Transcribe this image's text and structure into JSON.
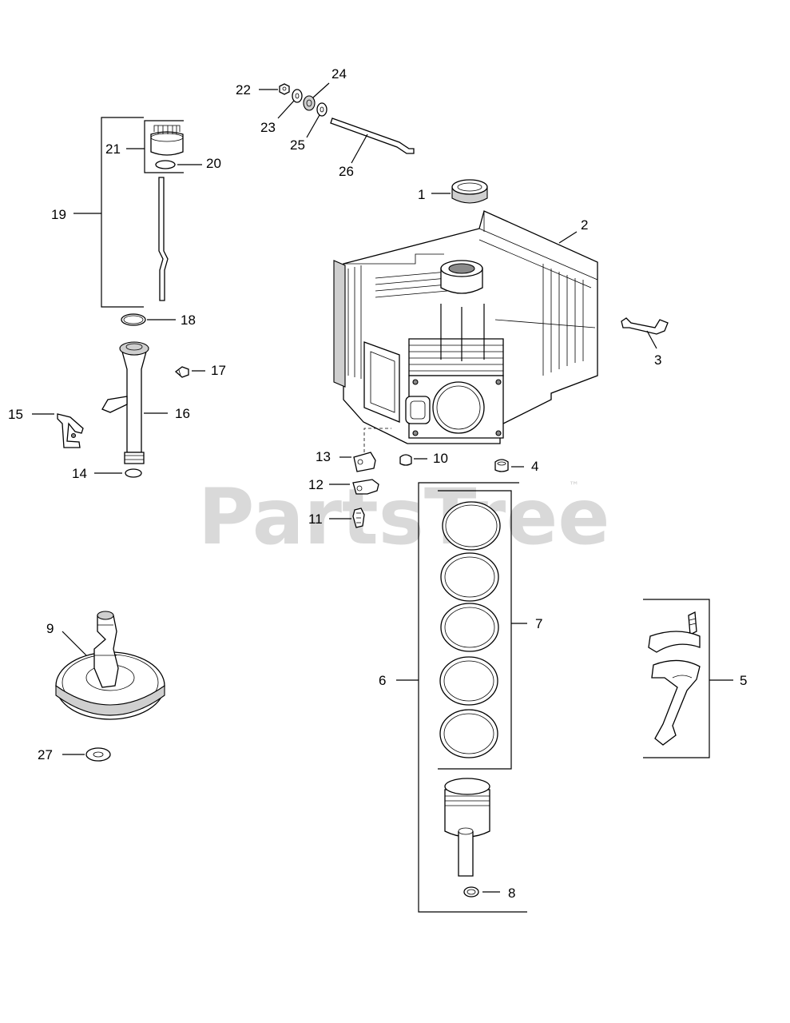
{
  "watermark": {
    "text": "PartsTree",
    "trademark": "™"
  },
  "callouts": {
    "c1": "1",
    "c2": "2",
    "c3": "3",
    "c4": "4",
    "c5": "5",
    "c6": "6",
    "c7": "7",
    "c8": "8",
    "c9": "9",
    "c10": "10",
    "c11": "11",
    "c12": "12",
    "c13": "13",
    "c14": "14",
    "c15": "15",
    "c16": "16",
    "c17": "17",
    "c18": "18",
    "c19": "19",
    "c20": "20",
    "c21": "21",
    "c22": "22",
    "c23": "23",
    "c24": "24",
    "c25": "25",
    "c26": "26",
    "c27": "27"
  }
}
